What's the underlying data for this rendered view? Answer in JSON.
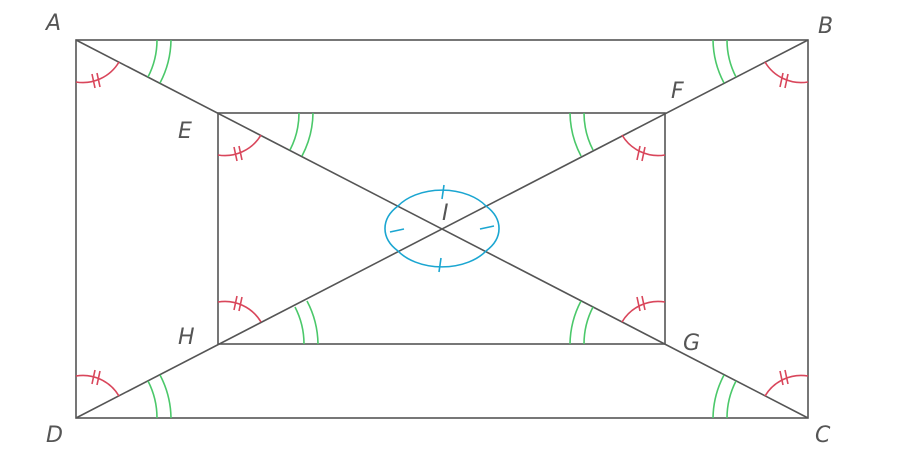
{
  "colors": {
    "line": "#555555",
    "label": "#555555",
    "angle_red": "#d9465b",
    "angle_green": "#4bc86a",
    "center_blue": "#1ba6d1",
    "background": "#ffffff"
  },
  "labels": {
    "A": "A",
    "B": "B",
    "C": "C",
    "D": "D",
    "E": "E",
    "F": "F",
    "G": "G",
    "H": "H",
    "I": "I"
  }
}
